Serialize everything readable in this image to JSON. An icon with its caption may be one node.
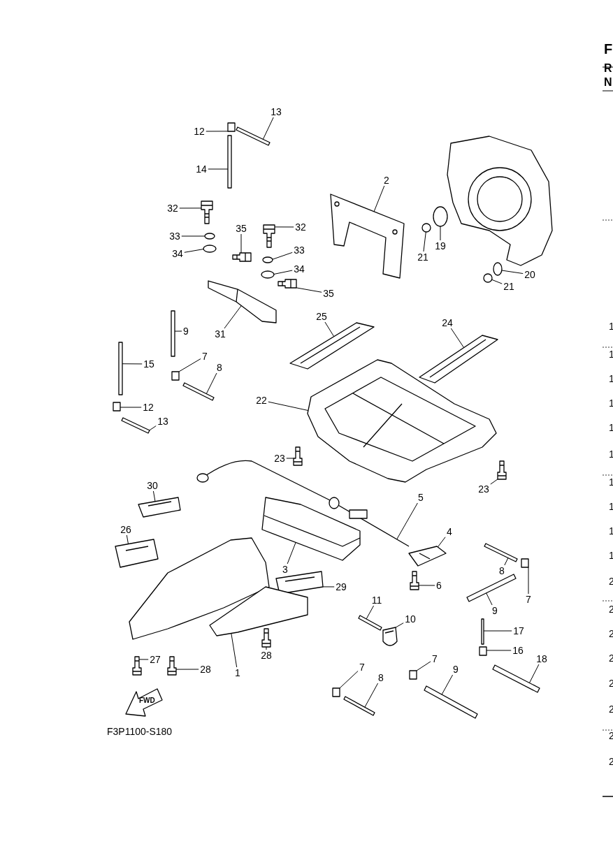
{
  "diagram": {
    "nodes": [
      {
        "text": [
          "13"
        ]
      },
      {
        "text": [
          "12"
        ]
      },
      {
        "text": [
          "14"
        ]
      },
      {
        "text": [
          "2"
        ]
      },
      {
        "text": [
          "32"
        ]
      },
      {
        "text": [
          "33"
        ]
      },
      {
        "text": [
          "35"
        ]
      },
      {
        "text": [
          "32"
        ]
      },
      {
        "text": [
          "34"
        ]
      },
      {
        "text": [
          "33"
        ]
      },
      {
        "text": [
          "19"
        ]
      },
      {
        "text": [
          "21"
        ]
      },
      {
        "text": [
          "34"
        ]
      },
      {
        "text": [
          "20"
        ]
      },
      {
        "text": [
          "35"
        ]
      },
      {
        "text": [
          "21"
        ]
      },
      {
        "text": [
          "31"
        ]
      },
      {
        "text": [
          "25"
        ]
      },
      {
        "text": [
          "9"
        ]
      },
      {
        "text": [
          "24"
        ]
      },
      {
        "text": [
          "7"
        ]
      },
      {
        "text": [
          "15"
        ]
      },
      {
        "text": [
          "8"
        ]
      },
      {
        "text": [
          "12"
        ]
      },
      {
        "text": [
          "22"
        ]
      },
      {
        "text": [
          "13"
        ]
      },
      {
        "text": [
          "23"
        ]
      },
      {
        "text": [
          "23"
        ]
      },
      {
        "text": [
          "30"
        ]
      },
      {
        "text": [
          "5"
        ]
      },
      {
        "text": [
          "4"
        ]
      },
      {
        "text": [
          "26"
        ]
      },
      {
        "text": [
          "3"
        ]
      },
      {
        "text": [
          "8"
        ]
      },
      {
        "text": [
          "29"
        ]
      },
      {
        "text": [
          "6"
        ]
      },
      {
        "text": [
          "7"
        ]
      },
      {
        "text": [
          "11"
        ]
      },
      {
        "text": [
          "9"
        ]
      },
      {
        "text": [
          "10"
        ]
      },
      {
        "text": [
          "17"
        ]
      },
      {
        "text": [
          "16"
        ]
      },
      {
        "text": [
          "28"
        ]
      },
      {
        "text": [
          "7"
        ]
      },
      {
        "text": [
          "27"
        ]
      },
      {
        "text": [
          "18"
        ]
      },
      {
        "text": [
          "9"
        ]
      },
      {
        "text": [
          "1"
        ]
      },
      {
        "text": [
          "28"
        ]
      },
      {
        "text": [
          "7"
        ]
      },
      {
        "text": [
          "8"
        ]
      },
      {
        "text": [],
        "shape": "bar"
      },
      {
        "text": [],
        "shape": "box"
      },
      {
        "text": [],
        "shape": "bar"
      },
      {
        "text": [],
        "shape": "picture"
      },
      {
        "text": [],
        "shape": "picture"
      },
      {
        "text": [],
        "shape": "circle"
      },
      {
        "text": [],
        "shape": "picture"
      },
      {
        "text": [],
        "shape": "picture"
      },
      {
        "text": [],
        "shape": "circle"
      },
      {
        "text": [],
        "shape": "circle"
      },
      {
        "text": [],
        "shape": "circle"
      },
      {
        "text": [],
        "shape": "circle"
      },
      {
        "text": [],
        "shape": "circle"
      },
      {
        "text": [],
        "shape": "circle"
      },
      {
        "text": [],
        "shape": "picture"
      },
      {
        "text": [],
        "shape": "circle"
      },
      {
        "text": [],
        "shape": "picture"
      },
      {
        "text": [],
        "shape": "picture"
      },
      {
        "text": [],
        "shape": "bar"
      },
      {
        "text": [],
        "shape": "picture"
      },
      {
        "text": [],
        "shape": "box"
      },
      {
        "text": [],
        "shape": "bar"
      },
      {
        "text": [],
        "shape": "bar"
      },
      {
        "text": [],
        "shape": "box"
      },
      {
        "text": [],
        "shape": "picture"
      },
      {
        "text": [],
        "shape": "bar"
      },
      {
        "text": [],
        "shape": "picture"
      },
      {
        "text": [],
        "shape": "picture"
      },
      {
        "text": [],
        "shape": "picture"
      },
      {
        "text": [],
        "shape": "picture"
      },
      {
        "text": [],
        "shape": "picture"
      },
      {
        "text": [],
        "shape": "picture"
      },
      {
        "text": [],
        "shape": "picture"
      },
      {
        "text": [],
        "shape": "bar"
      },
      {
        "text": [],
        "shape": "picture"
      },
      {
        "text": [],
        "shape": "picture"
      },
      {
        "text": [],
        "shape": "box"
      },
      {
        "text": [],
        "shape": "bar"
      },
      {
        "text": [],
        "shape": "bar"
      },
      {
        "text": [],
        "shape": "picture"
      },
      {
        "text": [],
        "shape": "bar"
      },
      {
        "text": [],
        "shape": "box"
      },
      {
        "text": [],
        "shape": "picture"
      },
      {
        "text": [],
        "shape": "box"
      },
      {
        "text": [],
        "shape": "picture"
      },
      {
        "text": [],
        "shape": "bar"
      },
      {
        "text": [],
        "shape": "bar"
      },
      {
        "text": [],
        "shape": "picture"
      },
      {
        "text": [],
        "shape": "picture"
      },
      {
        "text": [],
        "shape": "box"
      },
      {
        "text": [],
        "shape": "bar"
      }
    ],
    "edges": [
      {
        "from": 0,
        "to": 51,
        "arrow": "none"
      },
      {
        "from": 1,
        "to": 52,
        "arrow": "none"
      },
      {
        "from": 2,
        "to": 53,
        "arrow": "none"
      },
      {
        "from": 3,
        "to": 54,
        "arrow": "none"
      },
      {
        "from": 4,
        "to": 55,
        "arrow": "none"
      },
      {
        "from": 5,
        "to": 56,
        "arrow": "none"
      },
      {
        "from": 6,
        "to": 57,
        "arrow": "none"
      },
      {
        "from": 7,
        "to": 58,
        "arrow": "none"
      },
      {
        "from": 8,
        "to": 59,
        "arrow": "none"
      },
      {
        "from": 9,
        "to": 60,
        "arrow": "none"
      },
      {
        "from": 10,
        "to": 61,
        "arrow": "none"
      },
      {
        "from": 11,
        "to": 62,
        "arrow": "none"
      },
      {
        "from": 12,
        "to": 63,
        "arrow": "none"
      },
      {
        "from": 13,
        "to": 64,
        "arrow": "none"
      },
      {
        "from": 14,
        "to": 65,
        "arrow": "none"
      },
      {
        "from": 15,
        "to": 66,
        "arrow": "none"
      },
      {
        "from": 16,
        "to": 67,
        "arrow": "none"
      },
      {
        "from": 17,
        "to": 68,
        "arrow": "none"
      },
      {
        "from": 18,
        "to": 69,
        "arrow": "none"
      },
      {
        "from": 19,
        "to": 70,
        "arrow": "none"
      },
      {
        "from": 20,
        "to": 71,
        "arrow": "none"
      },
      {
        "from": 21,
        "to": 72,
        "arrow": "none"
      },
      {
        "from": 22,
        "to": 73,
        "arrow": "none"
      },
      {
        "from": 23,
        "to": 74,
        "arrow": "none"
      },
      {
        "from": 24,
        "to": 75,
        "arrow": "none"
      },
      {
        "from": 25,
        "to": 76,
        "arrow": "none"
      },
      {
        "from": 26,
        "to": 77,
        "arrow": "none"
      },
      {
        "from": 27,
        "to": 78,
        "arrow": "none"
      },
      {
        "from": 28,
        "to": 79,
        "arrow": "none"
      },
      {
        "from": 29,
        "to": 80,
        "arrow": "none"
      },
      {
        "from": 30,
        "to": 81,
        "arrow": "none"
      },
      {
        "from": 31,
        "to": 82,
        "arrow": "none"
      },
      {
        "from": 32,
        "to": 83,
        "arrow": "none"
      },
      {
        "from": 33,
        "to": 84,
        "arrow": "none"
      },
      {
        "from": 34,
        "to": 85,
        "arrow": "none"
      },
      {
        "from": 35,
        "to": 86,
        "arrow": "none"
      },
      {
        "from": 36,
        "to": 87,
        "arrow": "none"
      },
      {
        "from": 37,
        "to": 88,
        "arrow": "none"
      },
      {
        "from": 38,
        "to": 89,
        "arrow": "none"
      },
      {
        "from": 39,
        "to": 90,
        "arrow": "none"
      },
      {
        "from": 40,
        "to": 91,
        "arrow": "none"
      },
      {
        "from": 41,
        "to": 92,
        "arrow": "none"
      },
      {
        "from": 42,
        "to": 93,
        "arrow": "none"
      },
      {
        "from": 43,
        "to": 94,
        "arrow": "none"
      },
      {
        "from": 44,
        "to": 95,
        "arrow": "none"
      },
      {
        "from": 45,
        "to": 96,
        "arrow": "none"
      },
      {
        "from": 46,
        "to": 97,
        "arrow": "none"
      },
      {
        "from": 47,
        "to": 98,
        "arrow": "none"
      },
      {
        "from": 48,
        "to": 99,
        "arrow": "none"
      },
      {
        "from": 49,
        "to": 100,
        "arrow": "none"
      },
      {
        "from": 50,
        "to": 101,
        "arrow": "none"
      }
    ],
    "labels": [
      "F",
      "R",
      "N",
      "1",
      "1",
      "1",
      "1",
      "1",
      "1",
      "1",
      "1",
      "1",
      "1",
      "2",
      "2",
      "2",
      "2",
      "2",
      "2",
      "2",
      "2",
      "FWD",
      "F3P1100-S180"
    ]
  }
}
